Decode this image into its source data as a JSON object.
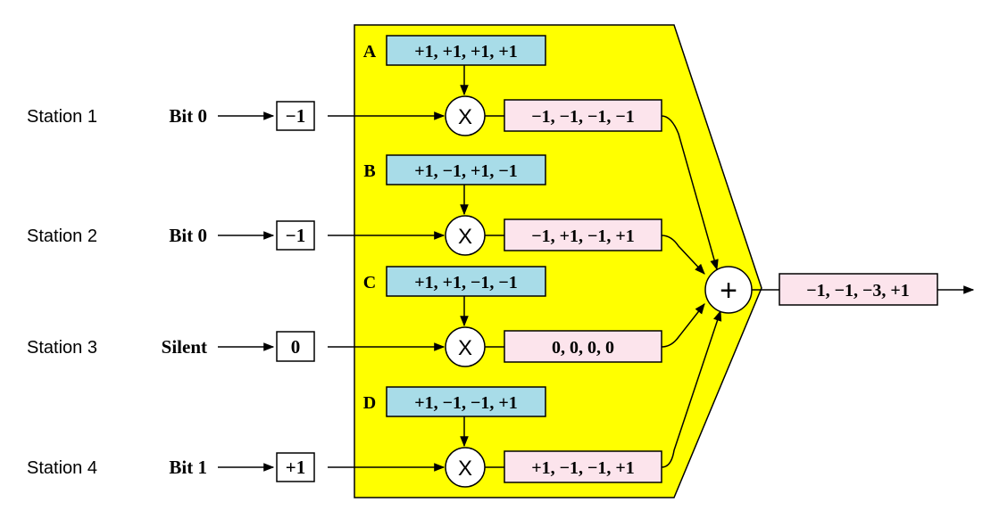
{
  "colors": {
    "panel": "#ffff00",
    "code_box": "#a8dce8",
    "product_box": "#fce4ec",
    "stroke": "#000000"
  },
  "stations": [
    {
      "label": "Station 1",
      "input": "Bit 0",
      "value": "−1",
      "code_letter": "A",
      "code": "+1, +1, +1, +1",
      "product": "−1, −1, −1, −1"
    },
    {
      "label": "Station 2",
      "input": "Bit 0",
      "value": "−1",
      "code_letter": "B",
      "code": "+1, −1, +1, −1",
      "product": "−1, +1, −1, +1"
    },
    {
      "label": "Station 3",
      "input": "Silent",
      "value": "0",
      "code_letter": "C",
      "code": "+1, +1, −1, −1",
      "product": "0, 0, 0, 0"
    },
    {
      "label": "Station 4",
      "input": "Bit 1",
      "value": "+1",
      "code_letter": "D",
      "code": "+1, −1, −1, +1",
      "product": "+1, −1, −1, +1"
    }
  ],
  "multiply_symbol": "X",
  "adder_symbol": "+",
  "output": "−1, −1, −3, +1"
}
